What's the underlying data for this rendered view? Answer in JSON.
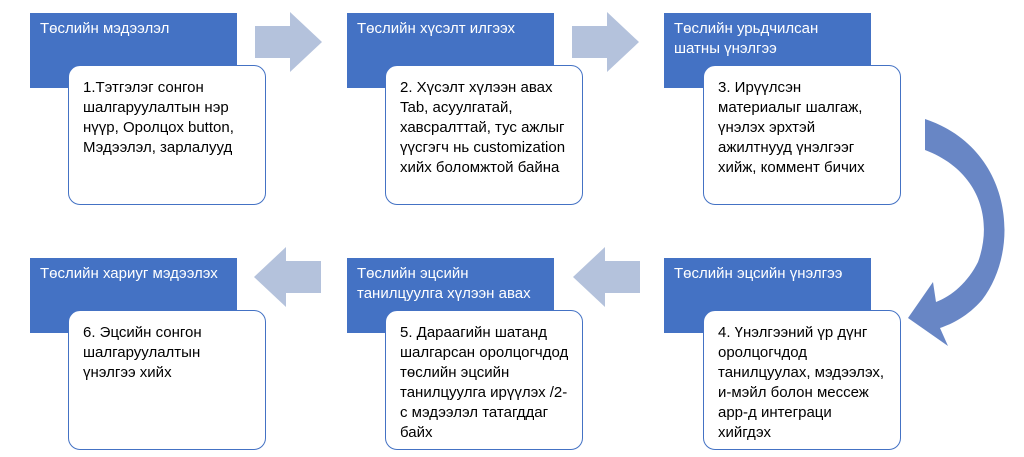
{
  "colors": {
    "header_fill": "#4472c4",
    "card_border": "#4472c4",
    "arrow_fill": "#b4c2dc",
    "curve_fill": "#5b7cc0"
  },
  "steps": [
    {
      "title": "Төслийн мэдээлэл",
      "body": "1.Тэтгэлэг сонгон шалгаруулалтын нэр нүүр, Оролцох button, Мэдээлэл, зарлалууд"
    },
    {
      "title": "Төслийн хүсэлт илгээх",
      "body": "2. Хүсэлт хүлээн авах Tab, асуулгатай, хавсралттай, тус ажлыг  үүсгэгч нь customization хийх боломжтой байна"
    },
    {
      "title": "Төслийн урьдчилсан шатны үнэлгээ",
      "body": "3. Ирүүлсэн материалыг шалгаж, үнэлэх эрхтэй ажилтнууд үнэлгээг хийж, коммент бичих"
    },
    {
      "title": "Төслийн эцсийн үнэлгээ",
      "body": "4. Үнэлгээний үр дүнг оролцогчдод танилцуулах, мэдээлэх, и-мэйл болон мессеж app-д интеграци хийгдэх"
    },
    {
      "title": "Төслийн эцсийн танилцуулга хүлээн авах",
      "body": "5. Дараагийн шатанд шалгарсан оролцогчдод төслийн эцсийн танилцуулга ирүүлэх /2-с мэдээлэл татагддаг байх"
    },
    {
      "title": "Төслийн хариуг мэдээлэх",
      "body": "6. Эцсийн сонгон шалгаруулалтын үнэлгээ хийх"
    }
  ]
}
